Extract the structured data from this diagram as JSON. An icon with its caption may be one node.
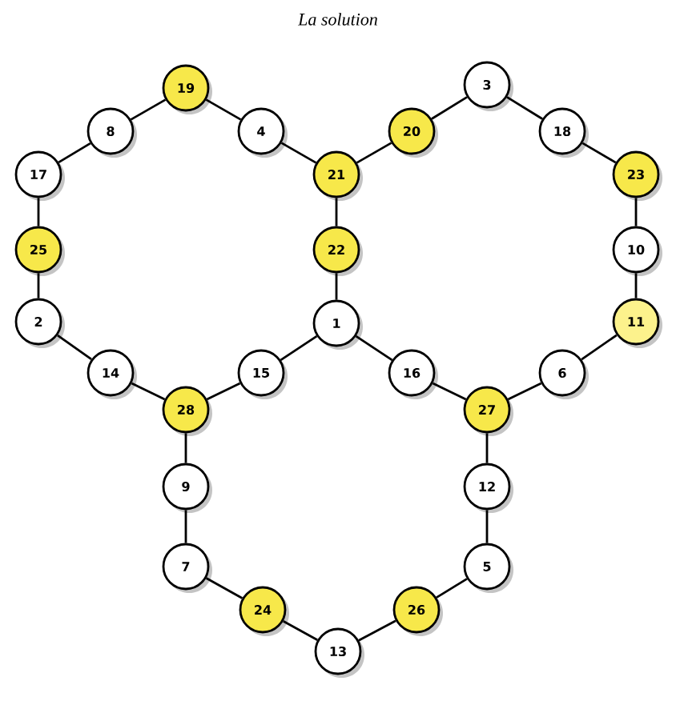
{
  "diagram": {
    "title": "La solution",
    "nodes": [
      {
        "text": [
          "19"
        ]
      },
      {
        "text": [
          "3"
        ]
      },
      {
        "text": [
          "8"
        ]
      },
      {
        "text": [
          "4"
        ]
      },
      {
        "text": [
          "20"
        ]
      },
      {
        "text": [
          "18"
        ]
      },
      {
        "text": [
          "17"
        ]
      },
      {
        "text": [
          "21"
        ]
      },
      {
        "text": [
          "23"
        ]
      },
      {
        "text": [
          "25"
        ]
      },
      {
        "text": [
          "22"
        ]
      },
      {
        "text": [
          "10"
        ]
      },
      {
        "text": [
          "2"
        ]
      },
      {
        "text": [
          "1"
        ]
      },
      {
        "text": [
          "11"
        ]
      },
      {
        "text": [
          "14"
        ]
      },
      {
        "text": [
          "15"
        ]
      },
      {
        "text": [
          "16"
        ]
      },
      {
        "text": [
          "6"
        ]
      },
      {
        "text": [
          "28"
        ]
      },
      {
        "text": [
          "27"
        ]
      },
      {
        "text": [
          "9"
        ]
      },
      {
        "text": [
          "12"
        ]
      },
      {
        "text": [
          "7"
        ]
      },
      {
        "text": [
          "5"
        ]
      },
      {
        "text": [
          "24"
        ]
      },
      {
        "text": [
          "26"
        ]
      },
      {
        "text": [
          "13"
        ]
      }
    ],
    "edges": [
      {
        "from": 0,
        "to": 3,
        "arrow": "none"
      },
      {
        "from": 3,
        "to": 7,
        "arrow": "none"
      },
      {
        "from": 7,
        "to": 10,
        "arrow": "none"
      },
      {
        "from": 10,
        "to": 13,
        "arrow": "none"
      },
      {
        "from": 13,
        "to": 16,
        "arrow": "none"
      },
      {
        "from": 16,
        "to": 19,
        "arrow": "none"
      },
      {
        "from": 19,
        "to": 15,
        "arrow": "none"
      },
      {
        "from": 15,
        "to": 12,
        "arrow": "none"
      },
      {
        "from": 12,
        "to": 9,
        "arrow": "none"
      },
      {
        "from": 9,
        "to": 6,
        "arrow": "none"
      },
      {
        "from": 6,
        "to": 2,
        "arrow": "none"
      },
      {
        "from": 2,
        "to": 0,
        "arrow": "none"
      },
      {
        "from": 7,
        "to": 4,
        "arrow": "none"
      },
      {
        "from": 4,
        "to": 1,
        "arrow": "none"
      },
      {
        "from": 1,
        "to": 5,
        "arrow": "none"
      },
      {
        "from": 5,
        "to": 8,
        "arrow": "none"
      },
      {
        "from": 8,
        "to": 11,
        "arrow": "none"
      },
      {
        "from": 11,
        "to": 14,
        "arrow": "none"
      },
      {
        "from": 14,
        "to": 18,
        "arrow": "none"
      },
      {
        "from": 18,
        "to": 20,
        "arrow": "none"
      },
      {
        "from": 20,
        "to": 17,
        "arrow": "none"
      },
      {
        "from": 17,
        "to": 13,
        "arrow": "none"
      },
      {
        "from": 19,
        "to": 21,
        "arrow": "none"
      },
      {
        "from": 21,
        "to": 23,
        "arrow": "none"
      },
      {
        "from": 23,
        "to": 25,
        "arrow": "none"
      },
      {
        "from": 25,
        "to": 27,
        "arrow": "none"
      },
      {
        "from": 27,
        "to": 26,
        "arrow": "none"
      },
      {
        "from": 26,
        "to": 24,
        "arrow": "none"
      },
      {
        "from": 24,
        "to": 22,
        "arrow": "none"
      },
      {
        "from": 22,
        "to": 20,
        "arrow": "none"
      }
    ]
  }
}
